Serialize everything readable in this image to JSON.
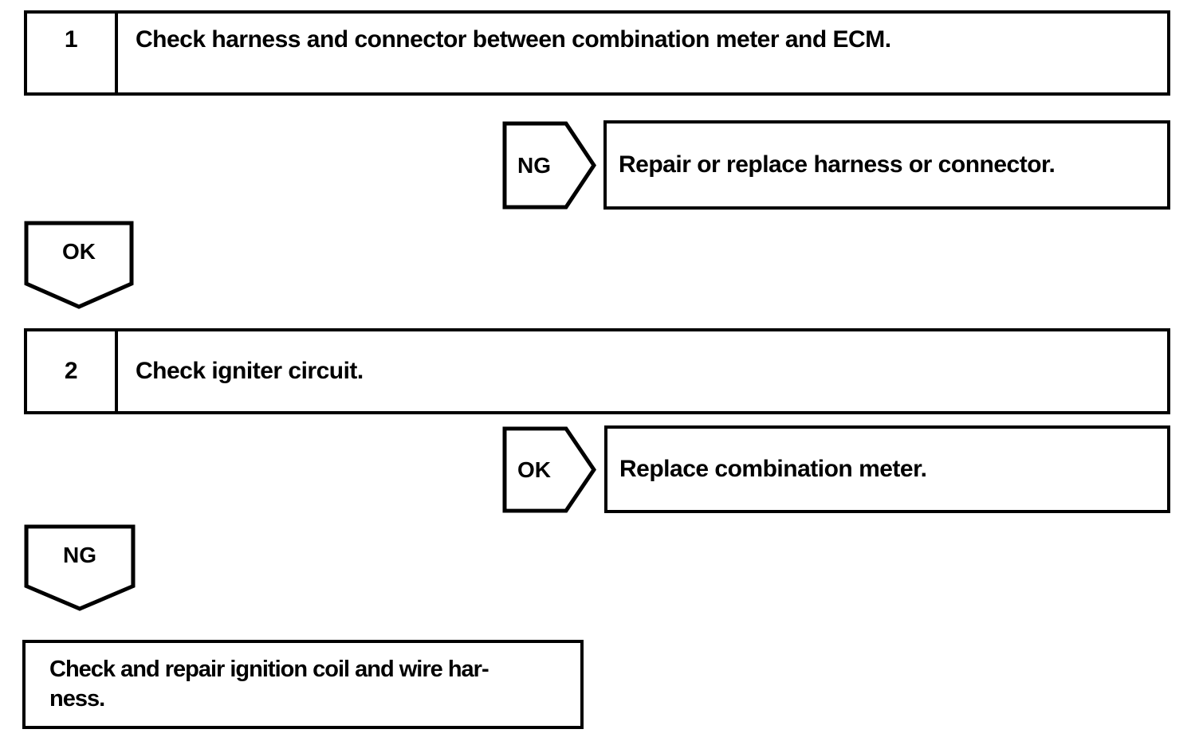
{
  "diagram": {
    "step1": {
      "number": "1",
      "title": "Check harness and connector between combination meter and ECM."
    },
    "branch1": {
      "connector": "NG",
      "action": "Repair or replace harness or connector."
    },
    "connector1": {
      "label": "OK"
    },
    "step2": {
      "number": "2",
      "title": "Check igniter circuit."
    },
    "branch2": {
      "connector": "OK",
      "action": "Replace combination meter."
    },
    "connector2": {
      "label": "NG"
    },
    "final": {
      "line1": "Check and repair ignition coil and wire har-",
      "line2": "ness."
    }
  },
  "colors": {
    "line": "#000000",
    "background": "#ffffff",
    "text": "#000000"
  }
}
